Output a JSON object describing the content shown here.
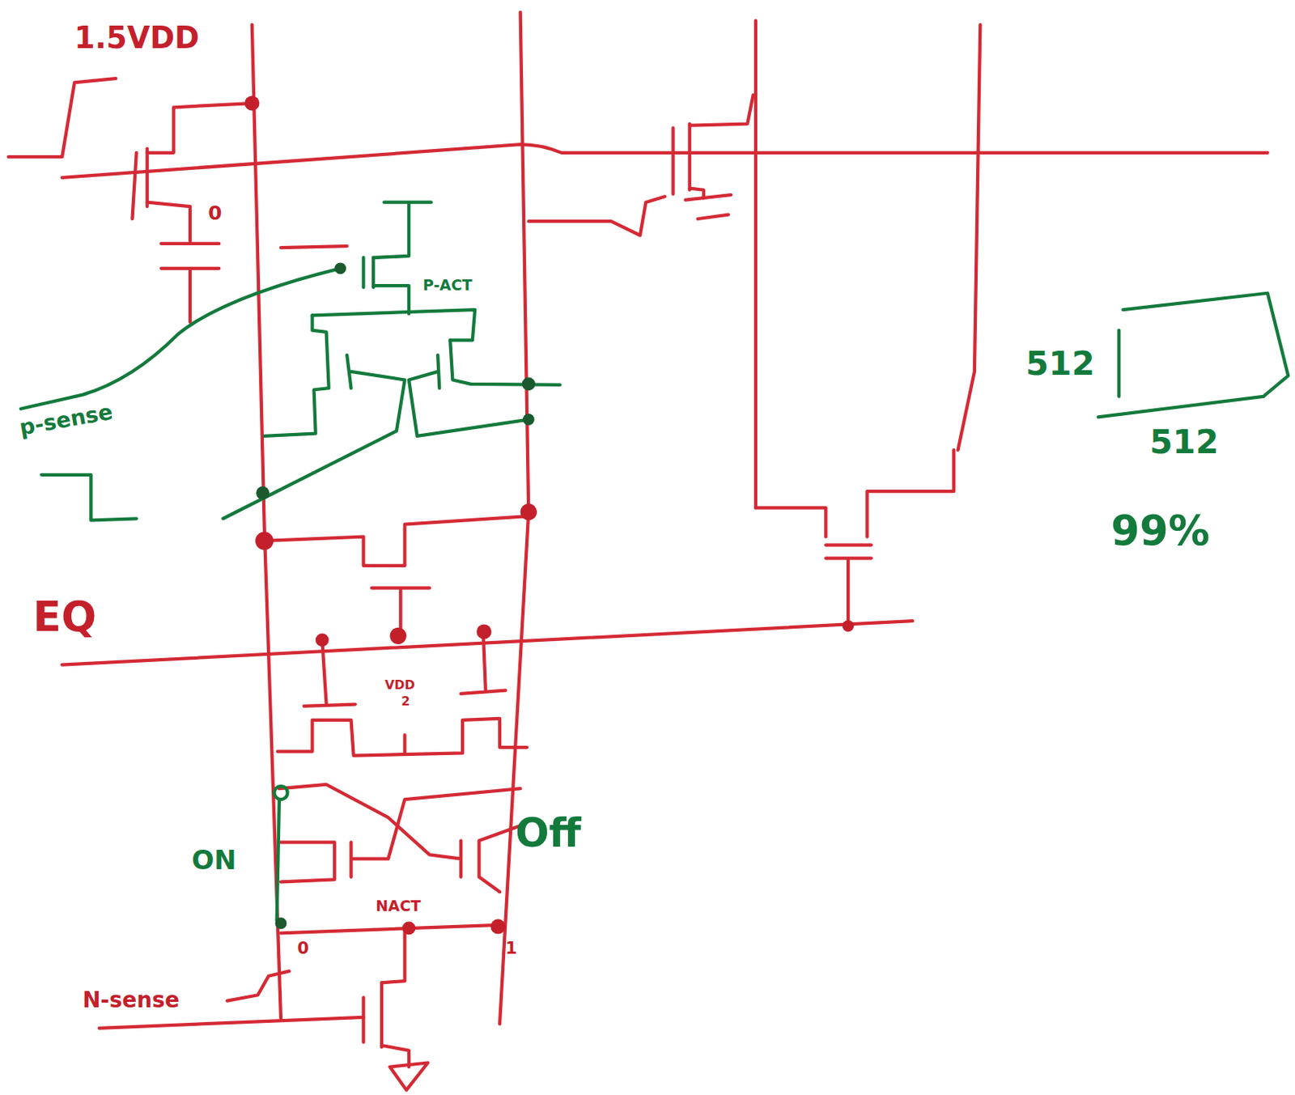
{
  "diagram": {
    "labels": [
      "1.5VDD",
      "0",
      "P-ACT",
      "p-sense",
      "EQ",
      "VDD",
      "2",
      "ON",
      "Off",
      "NACT",
      "0",
      "1",
      "N-sense",
      "512",
      "512",
      "99%"
    ]
  }
}
